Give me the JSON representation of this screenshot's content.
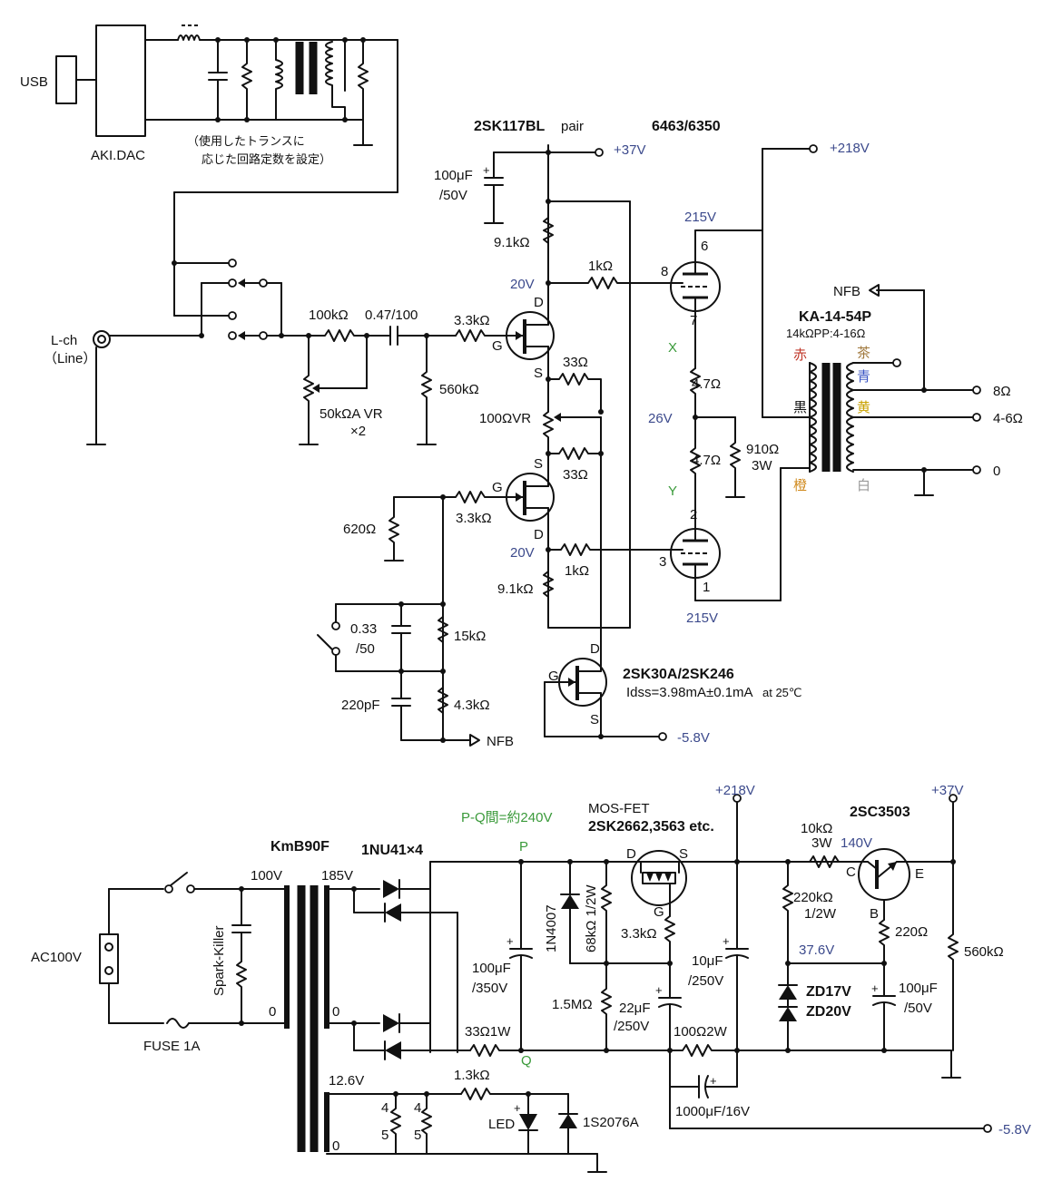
{
  "signal": {
    "usb": "USB",
    "dac": "AKI.DAC",
    "trans_note_1": "（使用したトランスに",
    "trans_note_2": "応じた回路定数を設定）",
    "lch": "L-ch",
    "line": "（Line）",
    "r_100k": "100kΩ",
    "c_047": "0.47/100",
    "vr_50k": "50kΩA VR",
    "vr_x2": "×2",
    "r_560k": "560kΩ",
    "r_3k3_top": "3.3kΩ",
    "fet_pair": "2SK117BL",
    "pair_word": "pair",
    "tube": "6463/6350",
    "v37": "+37V",
    "c_100u": "100μF",
    "c_50v": "/50V",
    "r_9k1_top": "9.1kΩ",
    "v20_top": "20V",
    "r_1k_top": "1kΩ",
    "v215_top": "215V",
    "pin6": "6",
    "pin8": "8",
    "pin7": "7",
    "r_33_top": "33Ω",
    "vr_100": "100ΩVR",
    "r_33_bot": "33Ω",
    "lbl_x": "X",
    "r_4r7_a": "4.7Ω",
    "v26": "26V",
    "r_4r7_b": "4.7Ω",
    "r_910": "910Ω",
    "r_910_w": "3W",
    "lbl_y": "Y",
    "pin2": "2",
    "pin3": "3",
    "pin1": "1",
    "v215_bot": "215V",
    "r_3k3_bot": "3.3kΩ",
    "r_620": "620Ω",
    "v20_bot": "20V",
    "r_1k_bot": "1kΩ",
    "r_9k1_bot": "9.1kΩ",
    "c_033": "0.33",
    "c_033_v": "/50",
    "r_15k": "15kΩ",
    "c_220p": "220pF",
    "r_4k3": "4.3kΩ",
    "nfb_out": "NFB",
    "ccs_fet": "2SK30A/2SK246",
    "idss": "Idss=3.98mA±0.1mA",
    "idss_at": "at 25℃",
    "vneg": "-5.8V",
    "v218": "+218V",
    "nfb_in": "NFB",
    "otl": "KA-14-54P",
    "otl_spec": "14kΩPP:4-16Ω",
    "w_red": "赤",
    "w_brn": "茶",
    "w_blu": "青",
    "w_yel": "黄",
    "w_blk": "黒",
    "w_org": "橙",
    "w_wht": "白",
    "o8": "8Ω",
    "o46": "4-6Ω",
    "o0": "0",
    "lbl_d": "D",
    "lbl_g": "G",
    "lbl_s": "S"
  },
  "power": {
    "ac": "AC100V",
    "fuse": "FUSE 1A",
    "spark": "Spark-Killer",
    "ptrans": "KmB90F",
    "v100": "100V",
    "v185": "185V",
    "p0a": "0",
    "s0a": "0",
    "v12": "12.6V",
    "s0b": "0",
    "diodes": "1NU41×4",
    "pq": "P-Q間=約240V",
    "p": "P",
    "q": "Q",
    "c100_350": "100μF",
    "c100_350v": "/350V",
    "r33_1w": "33Ω1W",
    "d1n4007": "1N4007",
    "r68k": "68kΩ 1/2W",
    "mosfet": "MOS-FET",
    "mos_part": "2SK2662,3563 etc.",
    "v218": "+218V",
    "r3k3": "3.3kΩ",
    "r1m5": "1.5MΩ",
    "c22": "22μF",
    "c22v": "/250V",
    "c10": "10μF",
    "c10v": "/250V",
    "r100_2w": "100Ω2W",
    "c1000": "1000μF/16V",
    "vneg": "-5.8V",
    "r1k3": "1.3kΩ",
    "led": "LED",
    "d1s": "1S2076A",
    "n4a": "4",
    "n5a": "5",
    "n4b": "4",
    "n5b": "5",
    "tr": "2SC3503",
    "r10k": "10kΩ",
    "r10k_w": "3W",
    "v140": "140V",
    "r220k": "220kΩ",
    "r220k_w": "1/2W",
    "v37_6": "37.6V",
    "zd17": "ZD17V",
    "zd20": "ZD20V",
    "r220": "220Ω",
    "c100u": "100μF",
    "c100uv": "/50V",
    "v37": "+37V",
    "r560k": "560kΩ",
    "lbl_c": "C",
    "lbl_e": "E",
    "lbl_b": "B",
    "lbl_d": "D",
    "lbl_s": "S",
    "lbl_g": "G"
  }
}
